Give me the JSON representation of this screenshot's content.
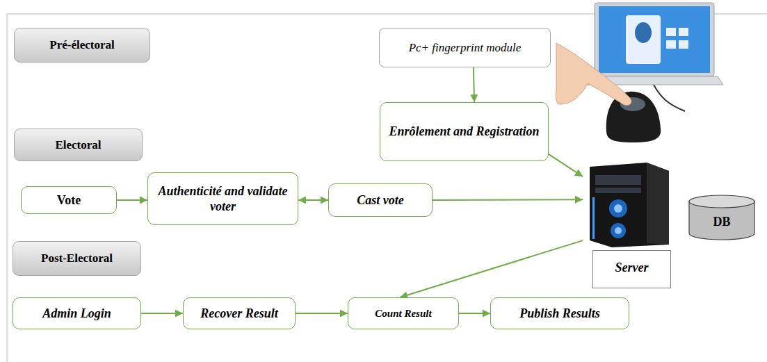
{
  "diagram": {
    "nodes": [
      {
        "text": [
          "Pré-électoral"
        ]
      },
      {
        "text": [
          "Pc+ fingerprint module"
        ]
      },
      {
        "text": [
          "Enrôlement and Registration"
        ]
      },
      {
        "text": [
          "Electoral"
        ]
      },
      {
        "text": [
          "Vote"
        ]
      },
      {
        "text": [
          "Authenticité and validate voter"
        ]
      },
      {
        "text": [
          "Cast vote"
        ]
      },
      {
        "text": [
          "Server"
        ]
      },
      {
        "text": [
          "DB"
        ]
      },
      {
        "text": [
          "Post-Electoral"
        ]
      },
      {
        "text": [
          "Admin Login"
        ]
      },
      {
        "text": [
          "Recover Result"
        ]
      },
      {
        "text": [
          "Count Result"
        ]
      },
      {
        "text": [
          "Publish Results"
        ]
      }
    ],
    "edges": [
      {
        "from": 1,
        "to": 2,
        "arrow": "to"
      },
      {
        "from": 2,
        "to": 7,
        "arrow": "to"
      },
      {
        "from": 4,
        "to": 5,
        "arrow": "to"
      },
      {
        "from": 5,
        "to": 6,
        "arrow": "both"
      },
      {
        "from": 6,
        "to": 7,
        "arrow": "to"
      },
      {
        "from": 7,
        "to": 12,
        "arrow": "to"
      },
      {
        "from": 10,
        "to": 11,
        "arrow": "to"
      },
      {
        "from": 11,
        "to": 12,
        "arrow": "to"
      },
      {
        "from": 12,
        "to": 13,
        "arrow": "to"
      }
    ]
  }
}
